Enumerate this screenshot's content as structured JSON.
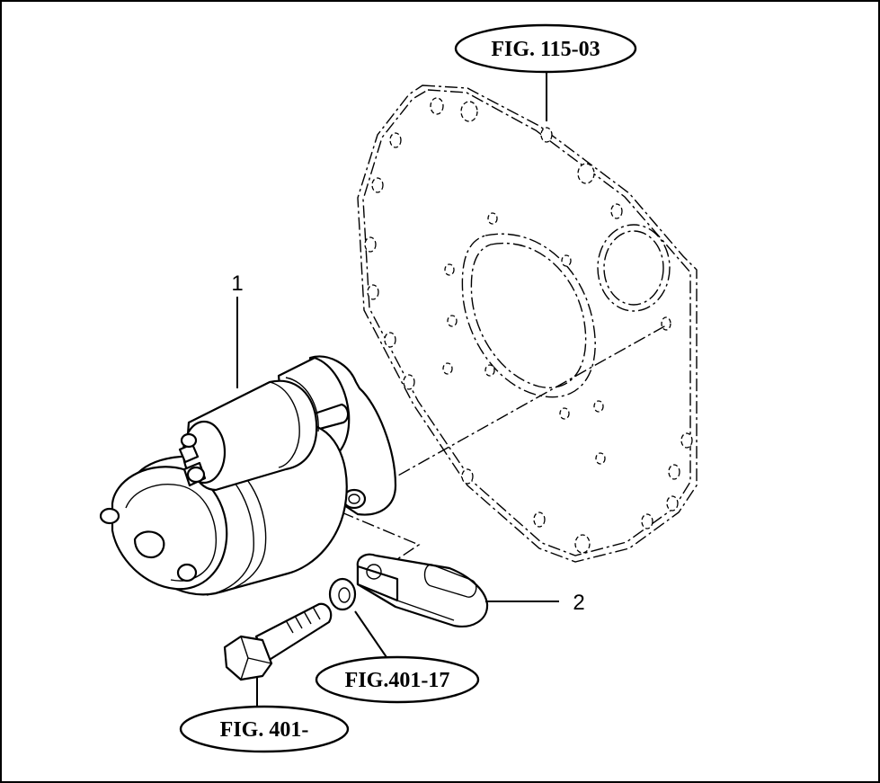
{
  "diagram": {
    "callouts": {
      "fig_115_03": "FIG. 115-03",
      "fig_401_17": "FIG.401-17",
      "fig_401": "FIG. 401-"
    },
    "item_numbers": {
      "starter_motor": "1",
      "bracket": "2"
    }
  }
}
